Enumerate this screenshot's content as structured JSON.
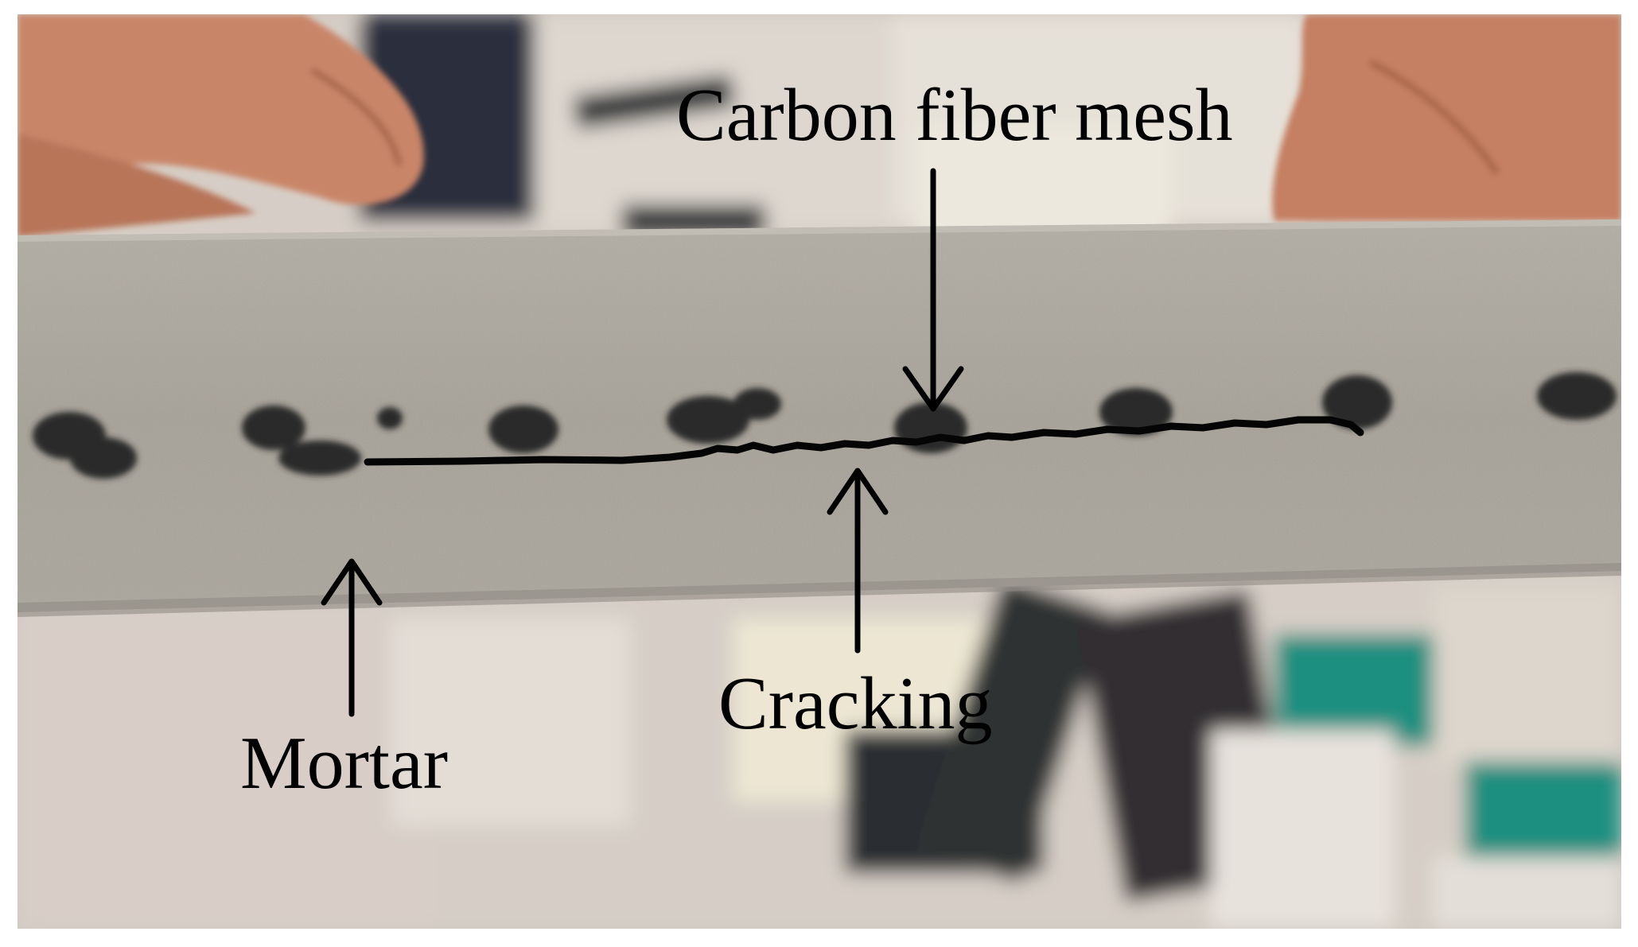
{
  "labels": {
    "carbon_fiber_mesh": "Carbon fiber mesh",
    "cracking": "Cracking",
    "mortar": "Mortar"
  },
  "colors": {
    "annotation": "#000000",
    "mortar_beam": "#a8a49b",
    "background_floor": "#d9d1c8",
    "skin": "#c98568",
    "teal_object": "#1f8f80",
    "carbon_bundle": "#2a2b2c"
  }
}
